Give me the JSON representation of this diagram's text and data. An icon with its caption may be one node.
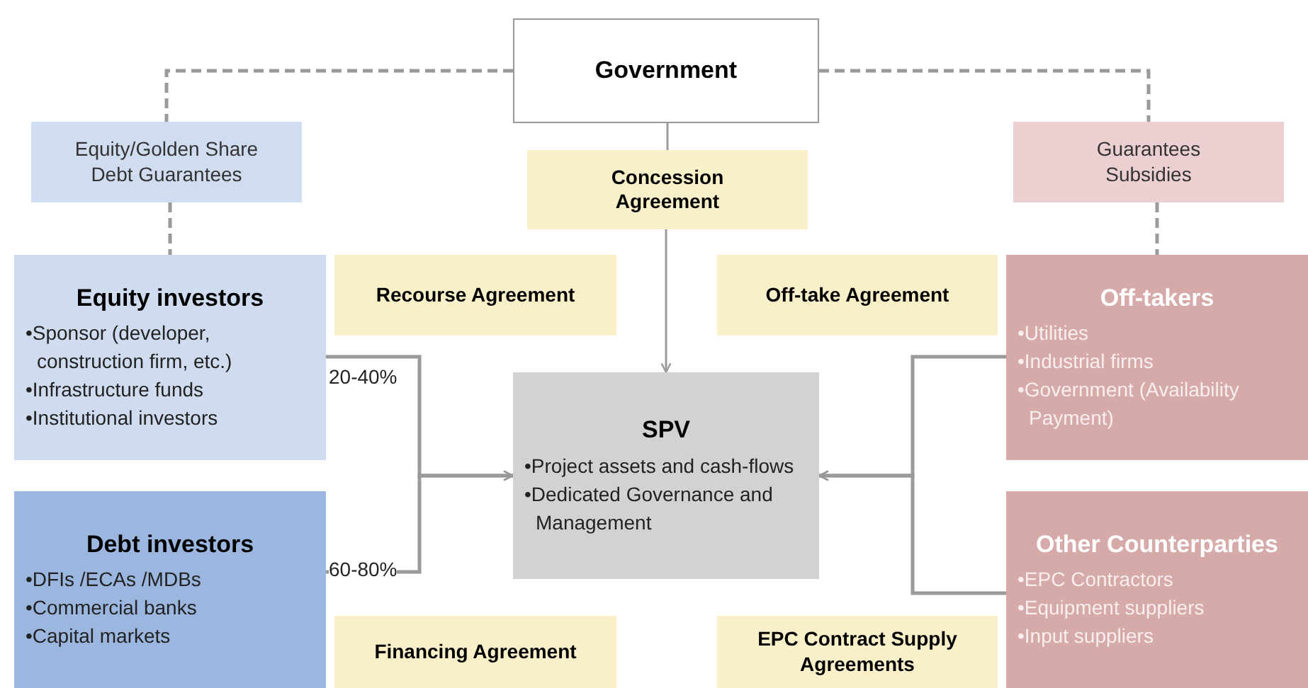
{
  "diagram": {
    "nodes": [
      {
        "text": [
          "Government"
        ]
      },
      {
        "text": [
          "Equity/Golden Share Debt Guarantees"
        ]
      },
      {
        "text": [
          "Guarantees Subsidies"
        ]
      },
      {
        "text": [
          "Concession Agreement"
        ]
      },
      {
        "text": [
          "Equity investors",
          "•Sponsor (developer, construction firm, etc.)",
          "•Infrastructure funds",
          "•Institutional investors"
        ]
      },
      {
        "text": [
          "Recourse Agreement"
        ]
      },
      {
        "text": [
          "Off-take Agreement"
        ]
      },
      {
        "text": [
          "Off-takers",
          "•Utilities",
          "•Industrial firms",
          "•Government (Availability Payment)"
        ]
      },
      {
        "text": [
          "SPV",
          "•Project assets and cash-flows",
          "•Dedicated Governance and Management"
        ]
      },
      {
        "text": [
          "Debt investors",
          "•DFIs /ECAs /MDBs",
          "•Commercial banks",
          "•Capital markets"
        ]
      },
      {
        "text": [
          "Other Counterparties",
          "•EPC Contractors",
          "•Equipment suppliers",
          "•Input suppliers"
        ]
      },
      {
        "text": [
          "Financing Agreement"
        ]
      },
      {
        "text": [
          "EPC Contract Supply Agreements"
        ]
      }
    ],
    "edges": [
      {
        "from": 0,
        "to": 1,
        "arrow": "none",
        "style": "dashed"
      },
      {
        "from": 1,
        "to": 4,
        "arrow": "none",
        "style": "dashed"
      },
      {
        "from": 0,
        "to": 2,
        "arrow": "none",
        "style": "dashed"
      },
      {
        "from": 2,
        "to": 7,
        "arrow": "none",
        "style": "dashed"
      },
      {
        "from": 0,
        "to": 3,
        "arrow": "none"
      },
      {
        "from": 3,
        "to": 8,
        "arrow": "to"
      },
      {
        "from": 4,
        "to": 8,
        "arrow": "to",
        "label": "20-40%"
      },
      {
        "from": 9,
        "to": 8,
        "arrow": "to",
        "label": "60-80%"
      },
      {
        "from": 7,
        "to": 8,
        "arrow": "to"
      },
      {
        "from": 10,
        "to": 8,
        "arrow": "to"
      }
    ]
  }
}
